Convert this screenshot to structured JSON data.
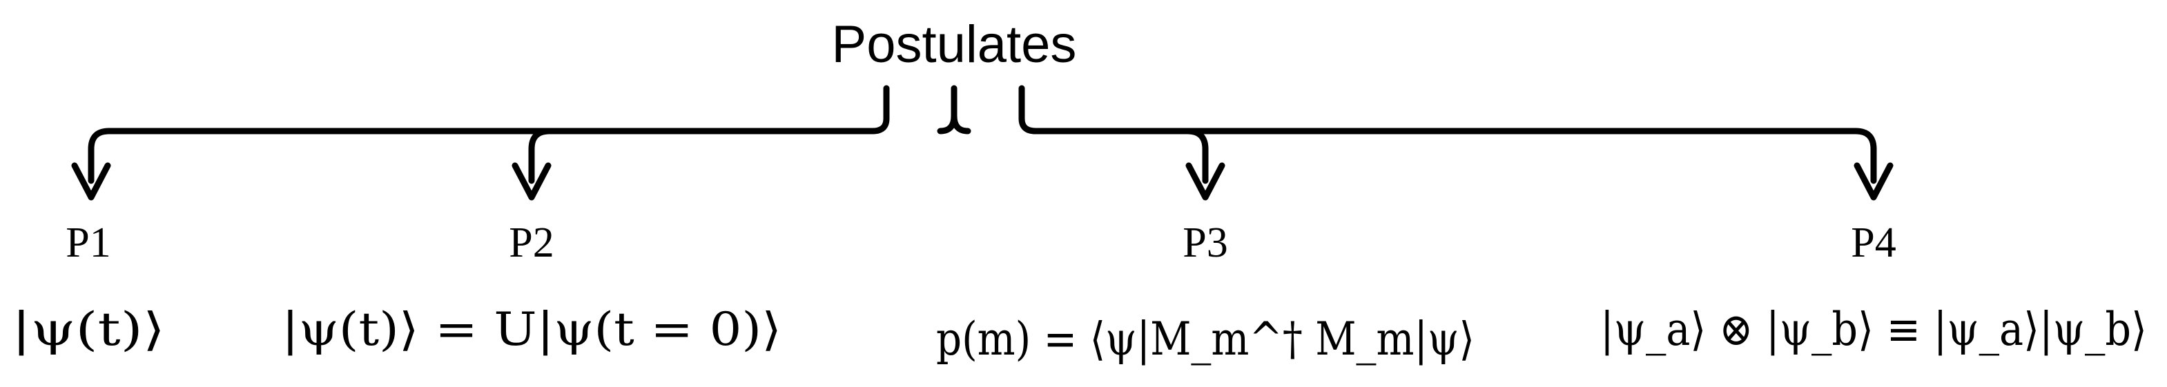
{
  "title": "Postulates",
  "postulates": [
    {
      "label": "P1",
      "formula": "|ψ(t)⟩"
    },
    {
      "label": "P2",
      "formula": "|ψ(t)⟩ = U|ψ(t = 0)⟩"
    },
    {
      "label": "P3",
      "formula": "p(m) = ⟨ψ|M_m^† M_m|ψ⟩"
    },
    {
      "label": "P4",
      "formula": "|ψ_a⟩ ⊗ |ψ_b⟩ ≡ |ψ_a⟩|ψ_b⟩"
    }
  ]
}
